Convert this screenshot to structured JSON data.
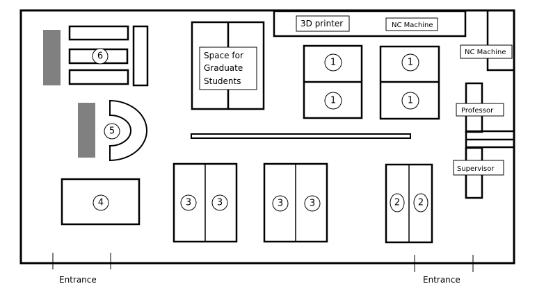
{
  "labels": {
    "printer_3d": "3D printer",
    "nc_machine_top": "NC Machine",
    "nc_machine_right": "NC Machine",
    "grad_space": [
      "Space for",
      "Graduate",
      "Students"
    ],
    "professor": "Professor",
    "supervisor": "Supervisor",
    "entrance_left": "Entrance",
    "entrance_right": "Entrance"
  },
  "markers": {
    "area6": "6",
    "area5": "5",
    "area4": "4",
    "area1": [
      "1",
      "1",
      "1",
      "1"
    ],
    "area3": [
      "3",
      "3",
      "3",
      "3"
    ],
    "area2": [
      "2",
      "2"
    ]
  }
}
